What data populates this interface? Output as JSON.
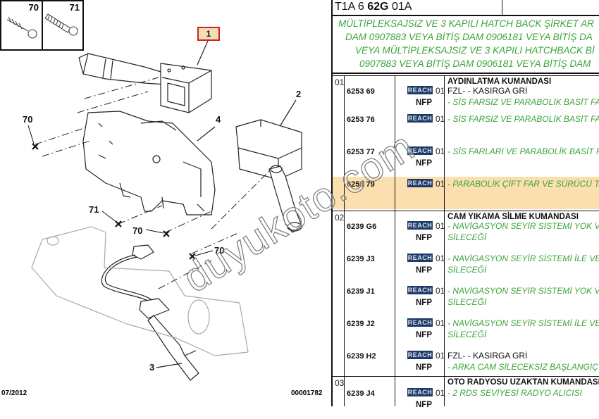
{
  "diagram": {
    "screws": [
      {
        "num": "70",
        "type": "wood-screw"
      },
      {
        "num": "71",
        "type": "machine-screw"
      }
    ],
    "callouts": {
      "part1": "1",
      "part2": "2",
      "part3": "3",
      "part4": "4",
      "s70a": "70",
      "s71": "71",
      "s70b": "70",
      "s70c": "70"
    },
    "date": "07/2012",
    "ref": "00001782",
    "watermark": "duyukoto.com"
  },
  "table": {
    "header": {
      "prefix": "T1A 6 ",
      "bold": "62G",
      "suffix": " 01A"
    },
    "note_lines": [
      "MÜLTİPLEKSAJSIZ VE 3 KAPILI HATCH BACK ŞİRKET AR",
      "DAM 0907883 VEYA BİTİŞ DAM 0906181 VEYA BİTİŞ DA",
      "VEYA MÜLTİPLEKSAJSIZ VE 3 KAPILI HATCHBACK Bİ",
      "0907883 VEYA BİTİŞ DAM 0906181 VEYA BİTİŞ DAM"
    ],
    "reach_label": "REACH",
    "nfp_label": "NFP",
    "groups": [
      {
        "num": "01",
        "title": "AYDINLATMA KUMANDASI",
        "items": [
          {
            "part": "6253 69",
            "qty": "01",
            "plain": "FZL- - KASIRGA GRİ",
            "desc": [
              "- SİS FARSIZ VE PARABOLİK BASİT FAR"
            ],
            "nfp": true
          },
          {
            "part": "6253 76",
            "qty": "01",
            "desc": [
              "- SİS FARSIZ VE PARABOLİK BASİT FAR V"
            ],
            "nfp": false
          },
          {
            "part": "6253 77",
            "qty": "01",
            "desc": [
              "- SİS FARLARI VE PARABOLİK BASİT FAR"
            ],
            "nfp": true
          },
          {
            "part": "6253 79",
            "qty": "01",
            "desc": [
              "- PARABOLİK ÇİFT FAR VE SÜRÜCÜ TAR"
            ],
            "nfp": false,
            "highlight": true
          }
        ]
      },
      {
        "num": "02",
        "title": "CAM YIKAMA SİLME KUMANDASI",
        "items": [
          {
            "part": "6239 G6",
            "qty": "01",
            "desc": [
              "- NAVİGASYON SEYİR SİSTEMİ YOK VE Y",
              "SİLECEĞİ"
            ],
            "nfp": true
          },
          {
            "part": "6239 J3",
            "qty": "01",
            "desc": [
              "- NAVİGASYON SEYİR SİSTEMİ İLE VE YA",
              "SİLECEĞİ"
            ],
            "nfp": true
          },
          {
            "part": "6239 J1",
            "qty": "01",
            "desc": [
              "- NAVİGASYON SEYİR SİSTEMİ YOK VE Y",
              "SİLECEĞİ"
            ],
            "nfp": true
          },
          {
            "part": "6239 J2",
            "qty": "01",
            "desc": [
              "- NAVİGASYON SEYİR SİSTEMİ İLE VE YA",
              "SİLECEĞİ"
            ],
            "nfp": true
          },
          {
            "part": "6239 H2",
            "qty": "01",
            "plain": "FZL- - KASIRGA GRİ",
            "desc": [
              "- ARKA CAM SİLECEKSİZ BAŞLANGIÇ DA"
            ],
            "nfp": true
          }
        ]
      },
      {
        "num": "03",
        "title": "OTO RADYOSU UZAKTAN KUMANDASI",
        "items": [
          {
            "part": "6239 J4",
            "qty": "01",
            "desc": [
              "- 2 RDS SEVİYESİ RADYO ALICISI"
            ],
            "nfp": true
          }
        ]
      }
    ]
  },
  "colors": {
    "reach_bg": "#1e3a68",
    "desc_green": "#3aa53a",
    "highlight": "#fbdfae",
    "part_box_border": "#d62020"
  }
}
